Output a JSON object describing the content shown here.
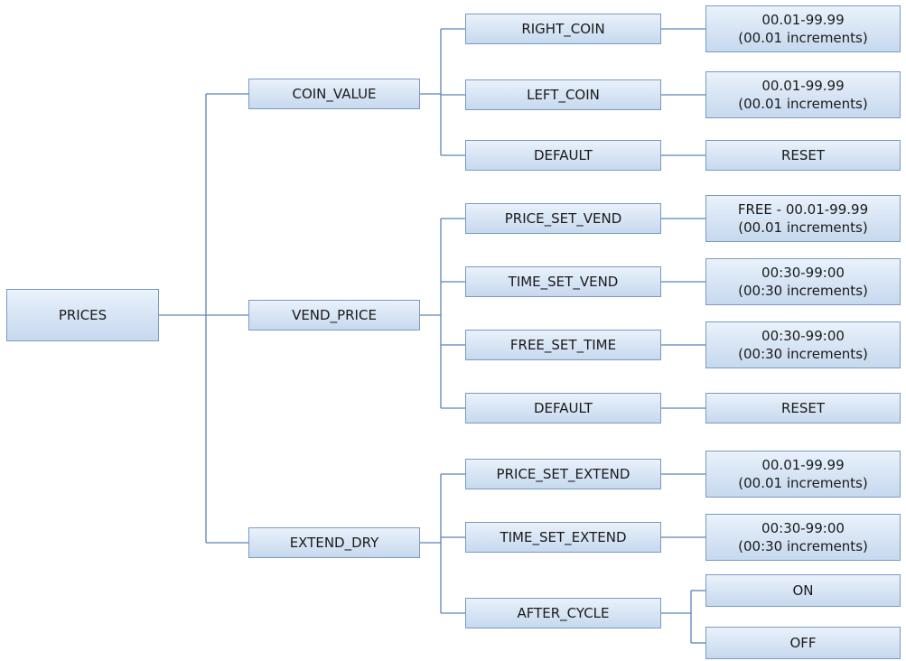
{
  "root": {
    "label": "PRICES"
  },
  "groups": [
    {
      "label": "COIN_VALUE",
      "items": [
        {
          "label": "RIGHT_COIN",
          "values": [
            "00.01-99.99\n(00.01 increments)"
          ]
        },
        {
          "label": "LEFT_COIN",
          "values": [
            "00.01-99.99\n(00.01 increments)"
          ]
        },
        {
          "label": "DEFAULT",
          "values": [
            "RESET"
          ]
        }
      ]
    },
    {
      "label": "VEND_PRICE",
      "items": [
        {
          "label": "PRICE_SET_VEND",
          "values": [
            "FREE - 00.01-99.99\n(00.01 increments)"
          ]
        },
        {
          "label": "TIME_SET_VEND",
          "values": [
            "00:30-99:00\n(00:30 increments)"
          ]
        },
        {
          "label": "FREE_SET_TIME",
          "values": [
            "00:30-99:00\n(00:30 increments)"
          ]
        },
        {
          "label": "DEFAULT",
          "values": [
            "RESET"
          ]
        }
      ]
    },
    {
      "label": "EXTEND_DRY",
      "items": [
        {
          "label": "PRICE_SET_EXTEND",
          "values": [
            "00.01-99.99\n(00.01 increments)"
          ]
        },
        {
          "label": "TIME_SET_EXTEND",
          "values": [
            "00:30-99:00\n(00:30 increments)"
          ]
        },
        {
          "label": "AFTER_CYCLE",
          "values": [
            "ON",
            "OFF"
          ]
        }
      ]
    }
  ]
}
